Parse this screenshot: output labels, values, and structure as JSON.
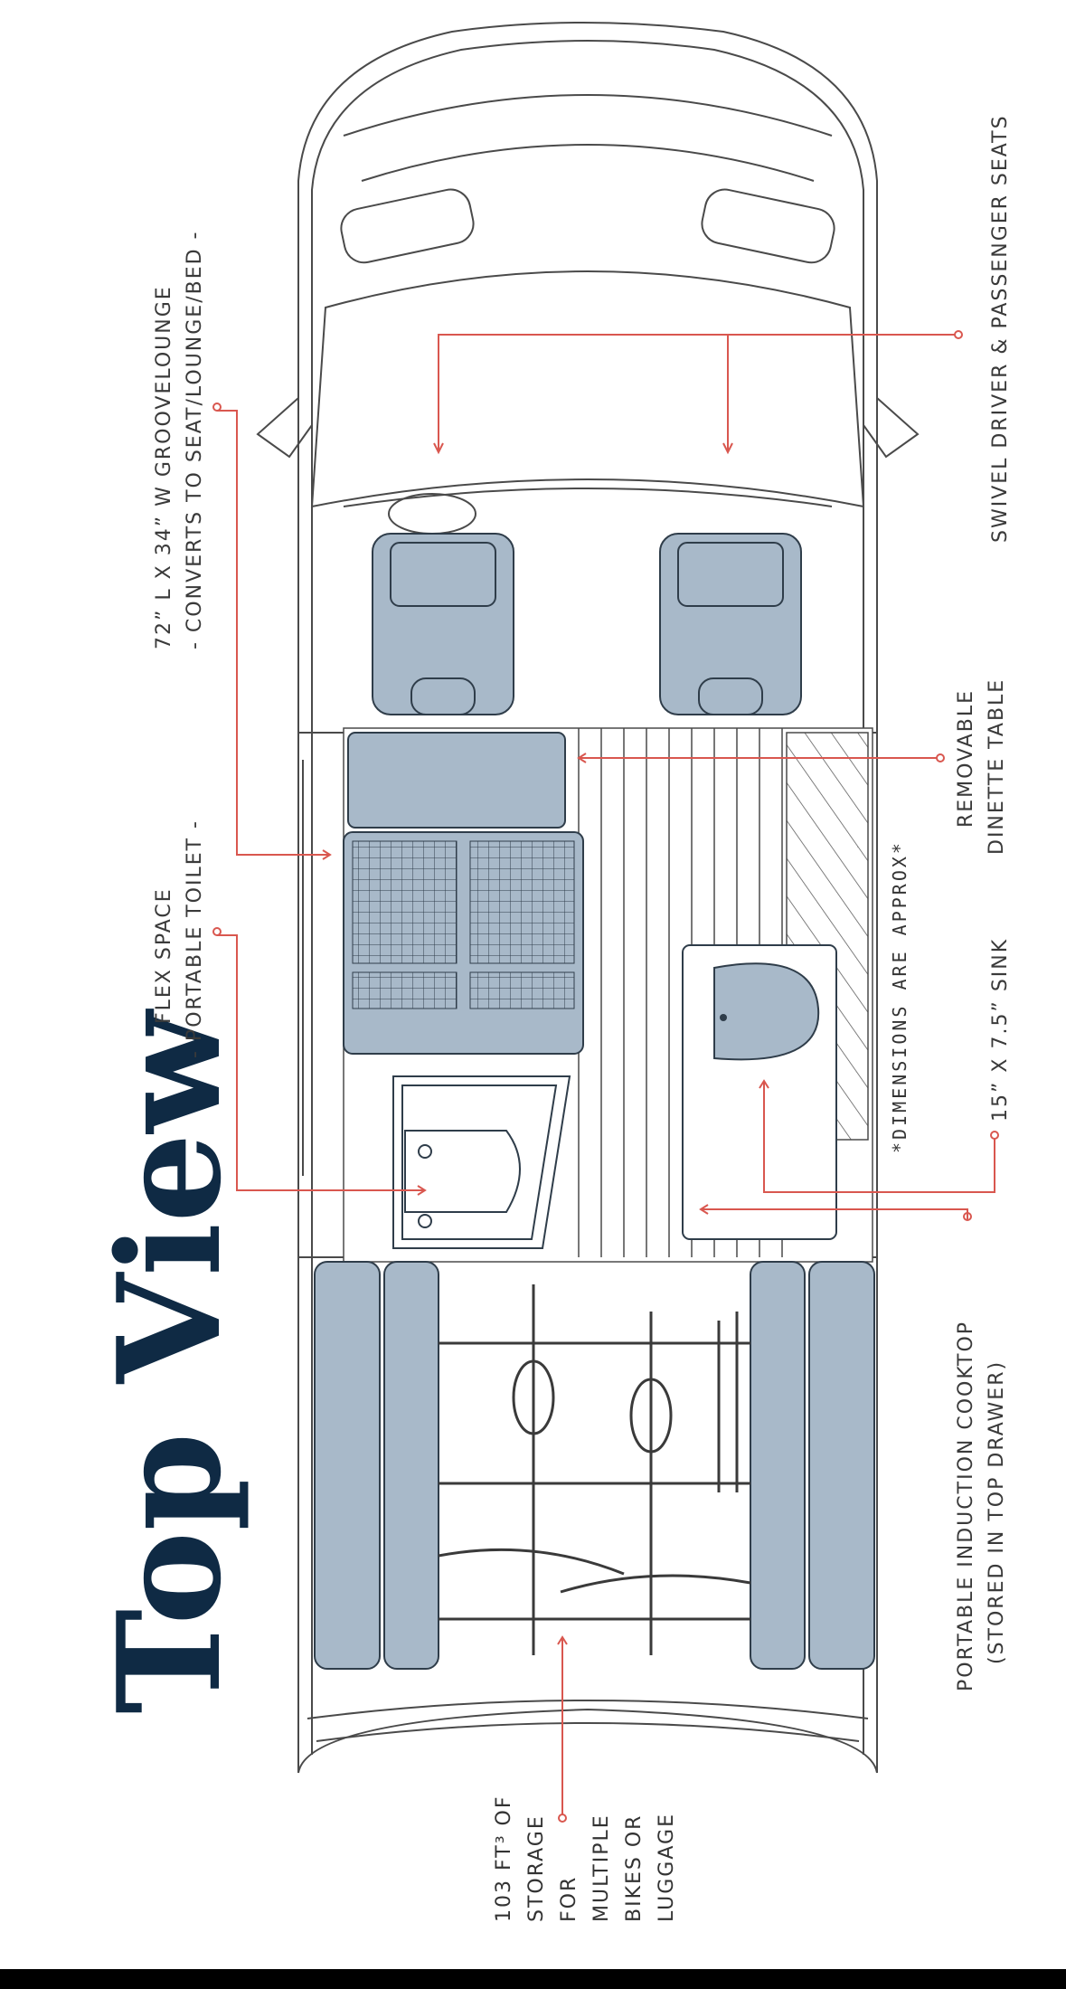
{
  "title": "Top View",
  "colors": {
    "accent_line": "#d9574f",
    "seat_fill": "#a8b9c9",
    "outline": "#4a4a4a",
    "title": "#0f2a44"
  },
  "labels": {
    "groovelounge": [
      "72” L X 34” W GROOVELOUNGE",
      "- CONVERTS TO SEAT/LOUNGE/BED -"
    ],
    "flex": [
      "FLEX SPACE",
      "- PORTABLE TOILET -"
    ],
    "swivel": "SWIVEL DRIVER & PASSENGER SEATS",
    "dinette": [
      "REMOVABLE",
      "DINETTE TABLE"
    ],
    "approx": "*DIMENSIONS ARE APPROX*",
    "sink": "15” X 7.5” SINK",
    "cooktop": [
      "PORTABLE INDUCTION COOKTOP",
      "(STORED IN TOP DRAWER)"
    ],
    "storage": [
      "103 FT³ OF",
      "STORAGE",
      "FOR",
      "MULTIPLE",
      "BIKES OR",
      "LUGGAGE"
    ]
  }
}
